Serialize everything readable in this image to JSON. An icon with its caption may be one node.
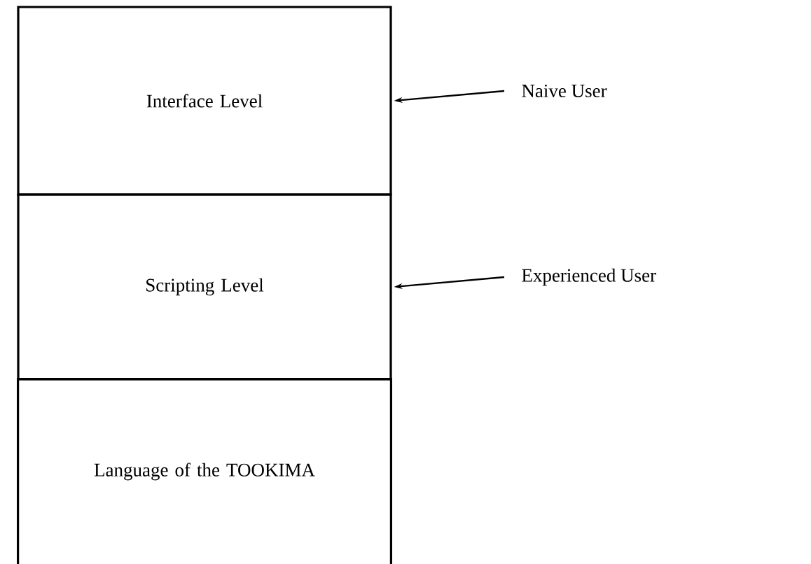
{
  "diagram": {
    "nodes": [
      {
        "text": [
          "Interface Level"
        ]
      },
      {
        "text": [
          "Scripting Level"
        ]
      },
      {
        "text": [
          "Language of the TOOKIMA"
        ]
      },
      {
        "text": [
          "Naive User"
        ]
      },
      {
        "text": [
          "Experienced User"
        ]
      }
    ],
    "edges": [
      {
        "from": 3,
        "to": 0,
        "arrow": "to"
      },
      {
        "from": 4,
        "to": 1,
        "arrow": "to"
      }
    ]
  }
}
